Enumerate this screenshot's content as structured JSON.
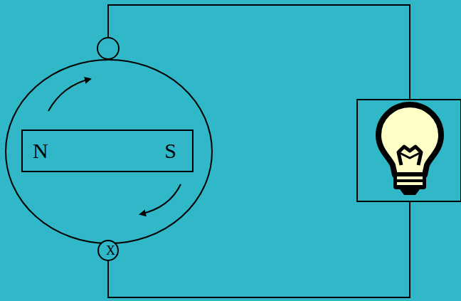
{
  "diagram": {
    "nodes": [
      {
        "text": [
          "N",
          "S"
        ]
      },
      {
        "text": [
          "X"
        ]
      }
    ]
  }
}
